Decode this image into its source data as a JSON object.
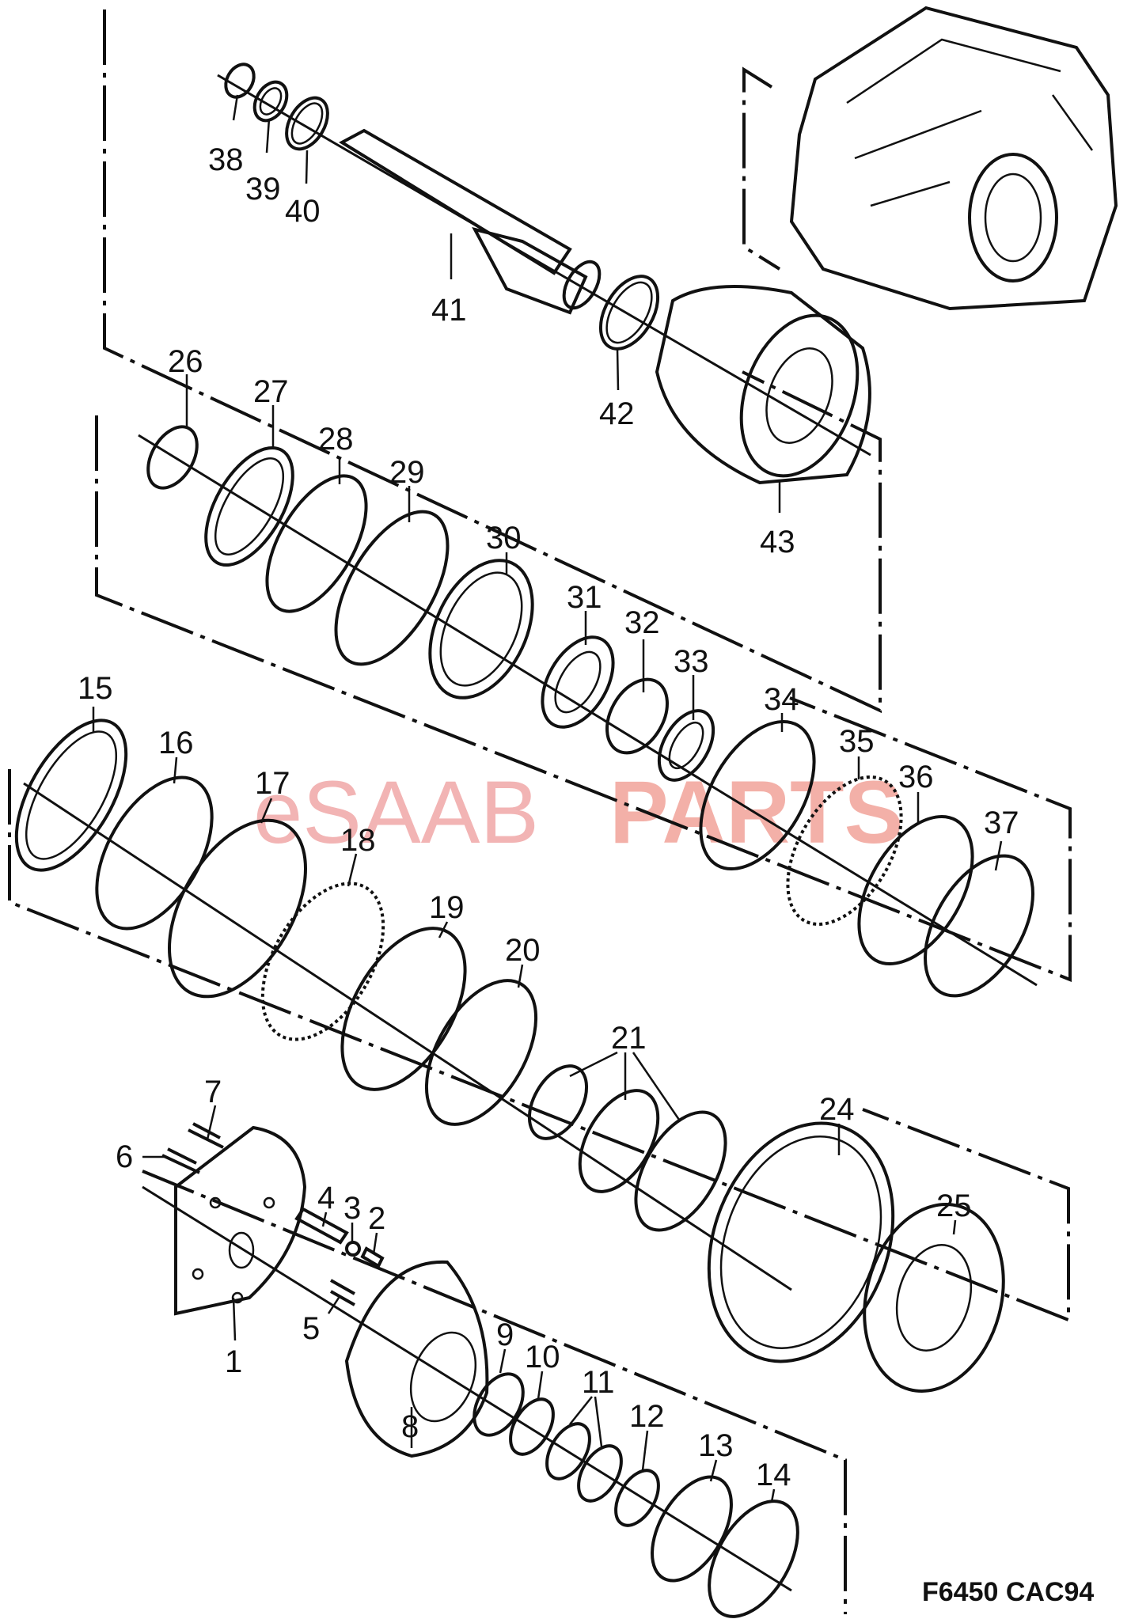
{
  "watermark": {
    "part1": "eSAAB",
    "part2": "PARTS",
    "color1": "#f2b4b4",
    "color2": "#f3b0a8"
  },
  "drawing_code": "F6450 CAC94",
  "callouts": [
    "1",
    "2",
    "3",
    "4",
    "5",
    "6",
    "7",
    "8",
    "9",
    "10",
    "11",
    "12",
    "13",
    "14",
    "15",
    "16",
    "17",
    "18",
    "19",
    "20",
    "21",
    "24",
    "25",
    "26",
    "27",
    "28",
    "29",
    "30",
    "31",
    "32",
    "33",
    "34",
    "35",
    "36",
    "37",
    "38",
    "39",
    "40",
    "41",
    "42",
    "43"
  ]
}
